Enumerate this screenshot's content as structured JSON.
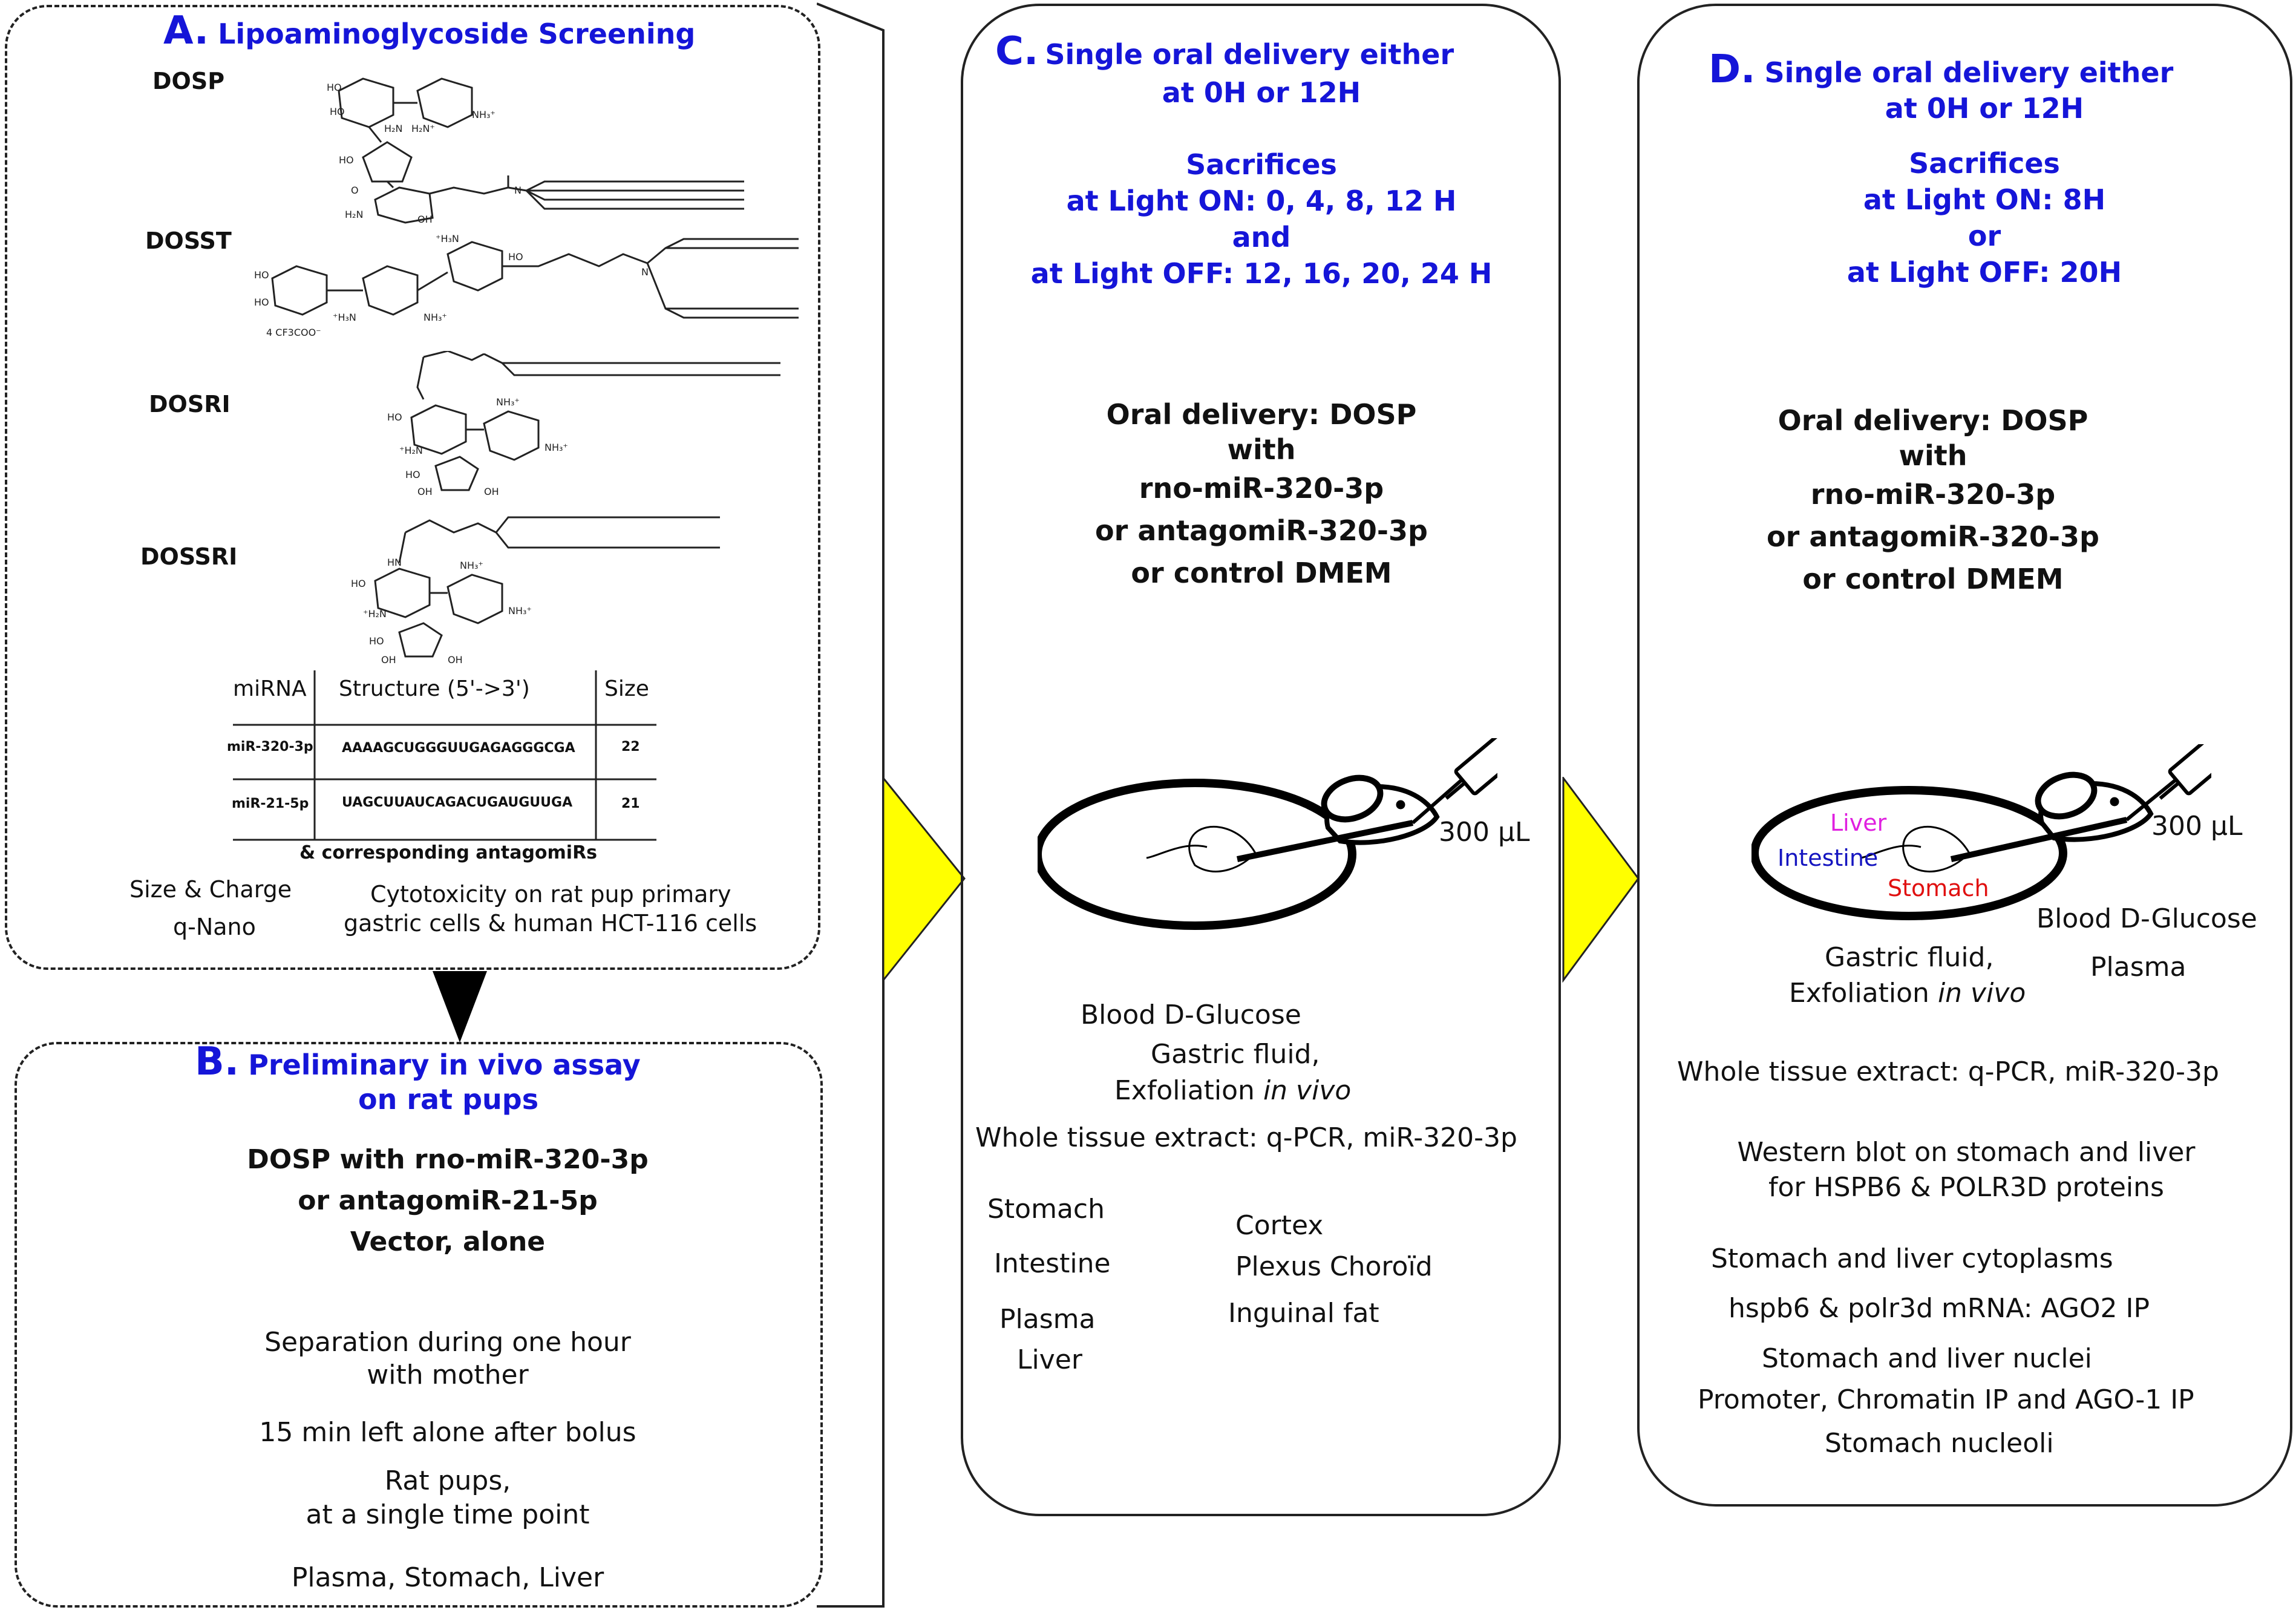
{
  "panel_a": {
    "letter": "A.",
    "title": "Lipoaminoglycoside Screening",
    "compounds": [
      "DOSP",
      "DOSST",
      "DOSRI",
      "DOSSRI"
    ],
    "counterion": "4 CF3COO⁻",
    "table": {
      "headers": [
        "miRNA",
        "Structure (5'->3')",
        "Size"
      ],
      "rows": [
        [
          "miR-320-3p",
          "AAAAGCUGGGUUGAGAGGGCGA",
          "22"
        ],
        [
          "miR-21-5p",
          "UAGCUUAUCAGACUGAUGUUGA",
          "21"
        ]
      ],
      "footer": "& corresponding antagomiRs"
    },
    "size_charge": "Size & Charge",
    "qnano": "q-Nano",
    "cytotox_line1": "Cytotoxicity on rat pup primary",
    "cytotox_line2": "gastric cells & human HCT-116 cells"
  },
  "panel_b": {
    "letter": "B.",
    "title_line1": "Preliminary in vivo assay",
    "title_line2": "on rat pups",
    "bold_lines": [
      "DOSP with rno-miR-320-3p",
      "or antagomiR-21-5p",
      "Vector, alone"
    ],
    "sep_line1": "Separation during one hour",
    "sep_line2": "with mother",
    "left_alone": "15 min left alone after bolus",
    "pups_line1": "Rat pups,",
    "pups_line2": "at a single time point",
    "tissues": "Plasma, Stomach, Liver"
  },
  "panel_c": {
    "letter": "C.",
    "title_line1": "Single oral delivery either",
    "title_line2": "at 0H or 12H",
    "sac_lines": [
      "Sacrifices",
      "at Light ON: 0, 4, 8, 12 H",
      "and",
      "at Light OFF: 12, 16, 20, 24 H"
    ],
    "oral_lines": [
      "Oral delivery: DOSP",
      "with",
      "rno-miR-320-3p",
      "or antagomiR-320-3p",
      "or control DMEM"
    ],
    "volume": "300 µL",
    "blood": "Blood D-Glucose",
    "gastric": "Gastric fluid,",
    "exfoliation": "Exfoliation",
    "in_vivo": "in vivo",
    "whole_tissue": "Whole tissue extract: q-PCR, miR-320-3p",
    "tissues_left": [
      "Stomach",
      "Intestine",
      "Plasma",
      "Liver"
    ],
    "tissues_right": [
      "Cortex",
      "Plexus Choroïd",
      "Inguinal fat"
    ]
  },
  "panel_d": {
    "letter": "D.",
    "title_line1": "Single oral delivery either",
    "title_line2": "at 0H or 12H",
    "sac_lines": [
      "Sacrifices",
      "at Light ON: 8H",
      "or",
      "at Light OFF: 20H"
    ],
    "oral_lines": [
      "Oral delivery: DOSP",
      "with",
      "rno-miR-320-3p",
      "or antagomiR-320-3p",
      "or control DMEM"
    ],
    "volume": "300 µL",
    "organ_liver": "Liver",
    "organ_intestine": "Intestine",
    "organ_stomach": "Stomach",
    "blood": "Blood D-Glucose",
    "plasma": "Plasma",
    "gastric": "Gastric fluid,",
    "exfoliation": "Exfoliation",
    "in_vivo": "in vivo",
    "whole_tissue": "Whole tissue extract: q-PCR, miR-320-3p",
    "western_line1": "Western blot on stomach and liver",
    "western_line2": "for HSPB6 & POLR3D proteins",
    "cyto": "Stomach and liver cytoplasms",
    "mrna": "hspb6 & polr3d mRNA: AGO2 IP",
    "nuclei": "Stomach and liver nuclei",
    "promoter": "Promoter, Chromatin IP and AGO-1 IP",
    "nucleoli": "Stomach nucleoli"
  },
  "colors": {
    "title_blue": "#1515d8",
    "arrow_yellow": "#ffff00",
    "liver_magenta": "#e020e0",
    "intestine_blue": "#1515c0",
    "stomach_red": "#e01010"
  }
}
